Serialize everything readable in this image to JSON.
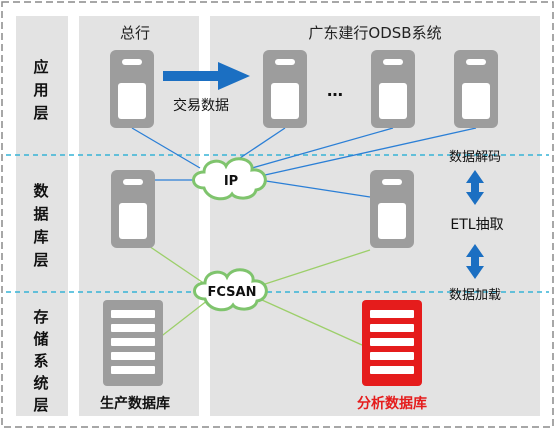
{
  "columns": {
    "head_office": "总行",
    "odsb_system": "广东建行ODSB系统"
  },
  "layers": [
    {
      "id": "app",
      "label": [
        "应",
        "用",
        "层"
      ]
    },
    {
      "id": "db",
      "label": [
        "数",
        "据",
        "库",
        "层"
      ]
    },
    {
      "id": "storage",
      "label": [
        "存",
        "储",
        "系",
        "统",
        "层"
      ]
    }
  ],
  "flow": {
    "transaction_data": "交易数据",
    "ellipsis": "…",
    "decode": "数据解码",
    "etl": "ETL抽取",
    "load": "数据加载"
  },
  "networks": {
    "ip": "IP",
    "fcsan": "FCSAN"
  },
  "storage": {
    "production": "生产数据库",
    "analysis": "分析数据库"
  },
  "colors": {
    "background_panel": "#e3e3e3",
    "server_body": "#9d9d9d",
    "blue_arrow": "#1b6fc2",
    "ip_line": "#2b7fd6",
    "san_line": "#9ccf6a",
    "dashed_separator": "#37b3d6",
    "analysis_red": "#e51c1c"
  }
}
